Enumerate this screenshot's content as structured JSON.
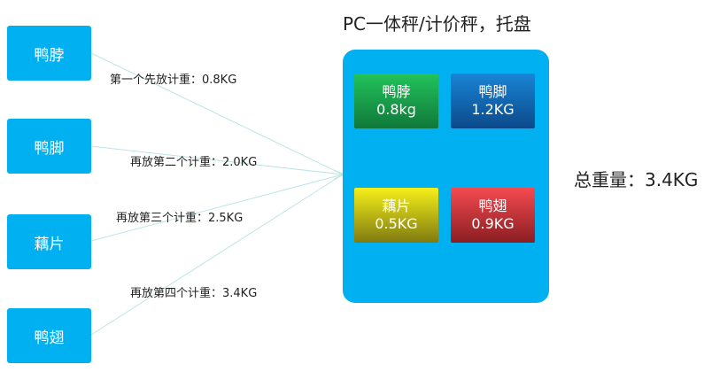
{
  "title": "PC一体秤/计价秤，托盘",
  "items": [
    {
      "label": "鸭脖"
    },
    {
      "label": "鸭脚"
    },
    {
      "label": "藕片"
    },
    {
      "label": "鸭翅"
    }
  ],
  "steps": [
    "第一个先放计重：0.8KG",
    "再放第二个计重：2.0KG",
    "再放第三个计重：2.5KG",
    "再放第四个计重：3.4KG"
  ],
  "tray_items": [
    {
      "name": "鸭脖",
      "weight": "0.8kg",
      "color": "#1fa84c"
    },
    {
      "name": "鸭脚",
      "weight": "1.2KG",
      "color": "#1565b0"
    },
    {
      "name": "藕片",
      "weight": "0.5KG",
      "color": "#c9c313"
    },
    {
      "name": "鸭翅",
      "weight": "0.9KG",
      "color": "#d8343a"
    }
  ],
  "total": "总重量：3.4KG",
  "colors": {
    "item_bg": "#00b0f0",
    "tray_bg": "#00b0f0",
    "arrow": "#bfe4e4"
  }
}
